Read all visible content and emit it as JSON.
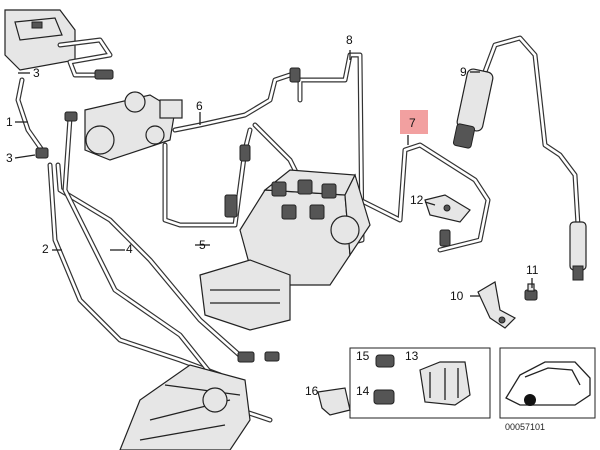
{
  "callouts": {
    "c1": "1",
    "c2": "2",
    "c3a": "3",
    "c3b": "3",
    "c4": "4",
    "c5": "5",
    "c6": "6",
    "c7": "7",
    "c8": "8",
    "c9": "9",
    "c10": "10",
    "c11": "11",
    "c12": "12",
    "c13": "13",
    "c14": "14",
    "c15": "15",
    "c16": "16"
  },
  "highlight_color": "#f2a0a0",
  "reference_number": "00057101"
}
